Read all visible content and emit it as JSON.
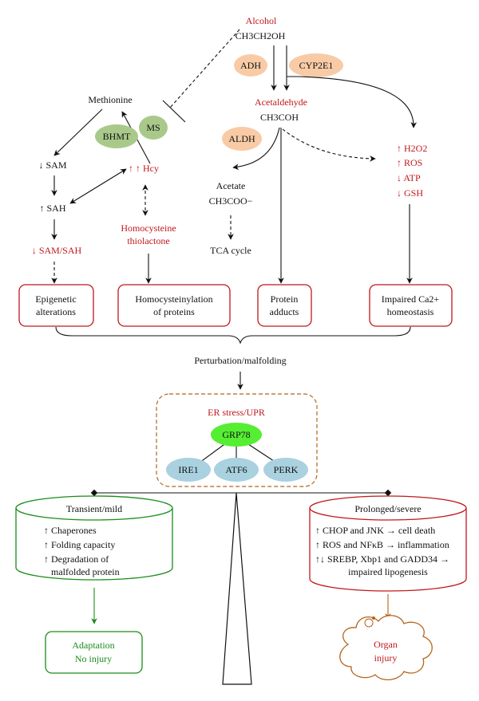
{
  "alcohol": {
    "label": "Alcohol",
    "formula": "CH3CH2OH"
  },
  "enzymes": {
    "adh": "ADH",
    "cyp2e1": "CYP2E1",
    "aldh": "ALDH",
    "bhmt": "BHMT",
    "ms": "MS"
  },
  "acetaldehyde": {
    "label": "Acetaldehyde",
    "formula": "CH3COH"
  },
  "acetate": {
    "label": "Acetate",
    "formula": "CH3COO−"
  },
  "tca": "TCA cycle",
  "methionine": "Methionine",
  "sam": "↓ SAM",
  "sah": "↑ SAH",
  "sam_sah": "↓ SAM/SAH",
  "hcy": "↑ ↑ Hcy",
  "homocysteine_thiolactone": [
    "Homocysteine",
    "thiolactone"
  ],
  "oxidative": [
    "↑ H2O2",
    "↑ ROS",
    "↓ ATP",
    "↓ GSH"
  ],
  "boxes": {
    "epigenetic": [
      "Epigenetic",
      "alterations"
    ],
    "homocysteinylation": [
      "Homocysteinylation",
      "of proteins"
    ],
    "protein_adducts": [
      "Protein",
      "adducts"
    ],
    "calcium": [
      "Impaired Ca2+",
      "homeostasis"
    ]
  },
  "perturbation": "Perturbation/malfolding",
  "er_stress": {
    "title": "ER stress/UPR",
    "grp78": "GRP78",
    "ire1": "IRE1",
    "atf6": "ATF6",
    "perk": "PERK"
  },
  "mild": {
    "title": "Transient/mild",
    "items": [
      "↑ Chaperones",
      "↑ Folding capacity",
      "↑ Degradation of",
      "malfolded protein"
    ]
  },
  "severe": {
    "title": "Prolonged/severe",
    "items": [
      "↑ CHOP and JNK → cell death",
      "↑ ROS and NFκB → inflammation",
      "↑↓ SREBP, Xbp1 and GADD34 →",
      "impaired lipogenesis"
    ]
  },
  "adaptation": [
    "Adaptation",
    "No injury"
  ],
  "organ": [
    "Organ",
    "injury"
  ],
  "colors": {
    "red": "#c0181c",
    "green": "#1a8c1a",
    "brown": "#b5651d",
    "peach": "#f8cba6",
    "sage": "#a9c98a",
    "lime": "#55ee33",
    "blue": "#a9d1e0"
  }
}
